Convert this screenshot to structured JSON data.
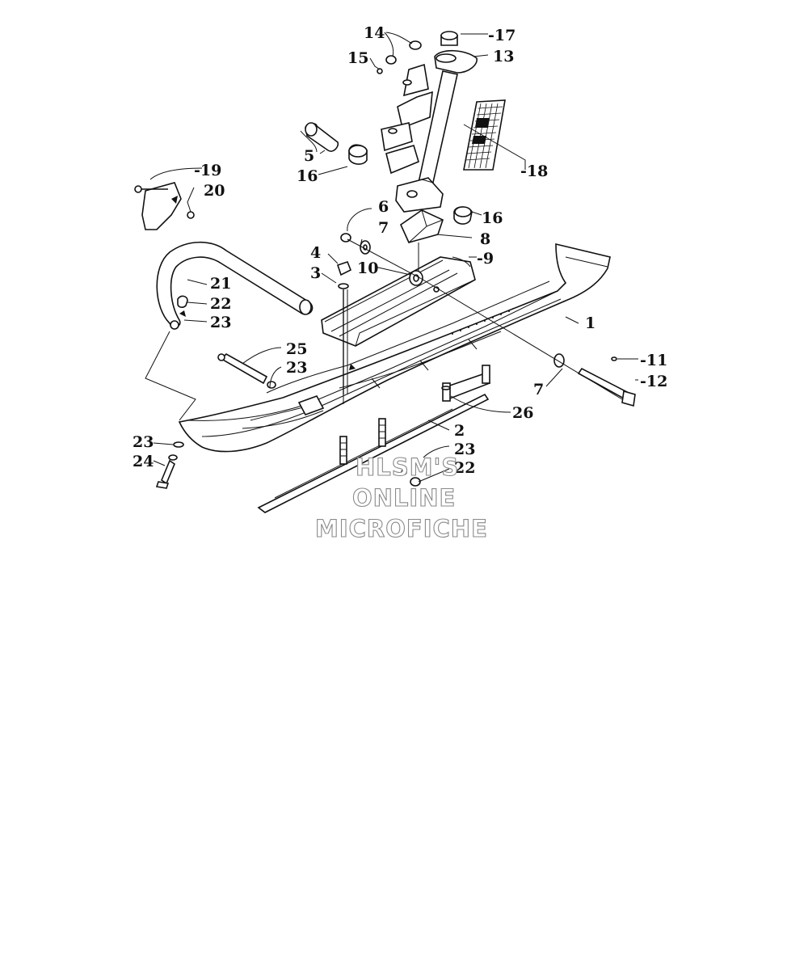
{
  "diagram": {
    "labels": [
      {
        "id": "14",
        "text": "14"
      },
      {
        "id": "17",
        "text": "-17"
      },
      {
        "id": "15",
        "text": "15"
      },
      {
        "id": "13",
        "text": "13"
      },
      {
        "id": "5",
        "text": "5"
      },
      {
        "id": "16a",
        "text": "16"
      },
      {
        "id": "18",
        "text": "-18"
      },
      {
        "id": "19",
        "text": "-19"
      },
      {
        "id": "20",
        "text": "20"
      },
      {
        "id": "16b",
        "text": "16"
      },
      {
        "id": "6",
        "text": "6"
      },
      {
        "id": "7a",
        "text": "7"
      },
      {
        "id": "8",
        "text": "8"
      },
      {
        "id": "4",
        "text": "4"
      },
      {
        "id": "9",
        "text": "-9"
      },
      {
        "id": "3",
        "text": "3"
      },
      {
        "id": "10",
        "text": "10"
      },
      {
        "id": "21",
        "text": "21"
      },
      {
        "id": "22a",
        "text": "22"
      },
      {
        "id": "23a",
        "text": "23"
      },
      {
        "id": "1",
        "text": "1"
      },
      {
        "id": "25",
        "text": "25"
      },
      {
        "id": "23b",
        "text": "23"
      },
      {
        "id": "11",
        "text": "-11"
      },
      {
        "id": "7b",
        "text": "7"
      },
      {
        "id": "12",
        "text": "-12"
      },
      {
        "id": "26",
        "text": "26"
      },
      {
        "id": "2",
        "text": "2"
      },
      {
        "id": "23c",
        "text": "23"
      },
      {
        "id": "23d",
        "text": "23"
      },
      {
        "id": "22b",
        "text": "22"
      },
      {
        "id": "24",
        "text": "24"
      }
    ],
    "watermark": [
      "HLSM'S",
      "ONLINE",
      "MICROFICHE"
    ],
    "colors": {
      "line": "#111111",
      "background": "#ffffff",
      "watermark_outline": "#8a8a8a"
    }
  }
}
